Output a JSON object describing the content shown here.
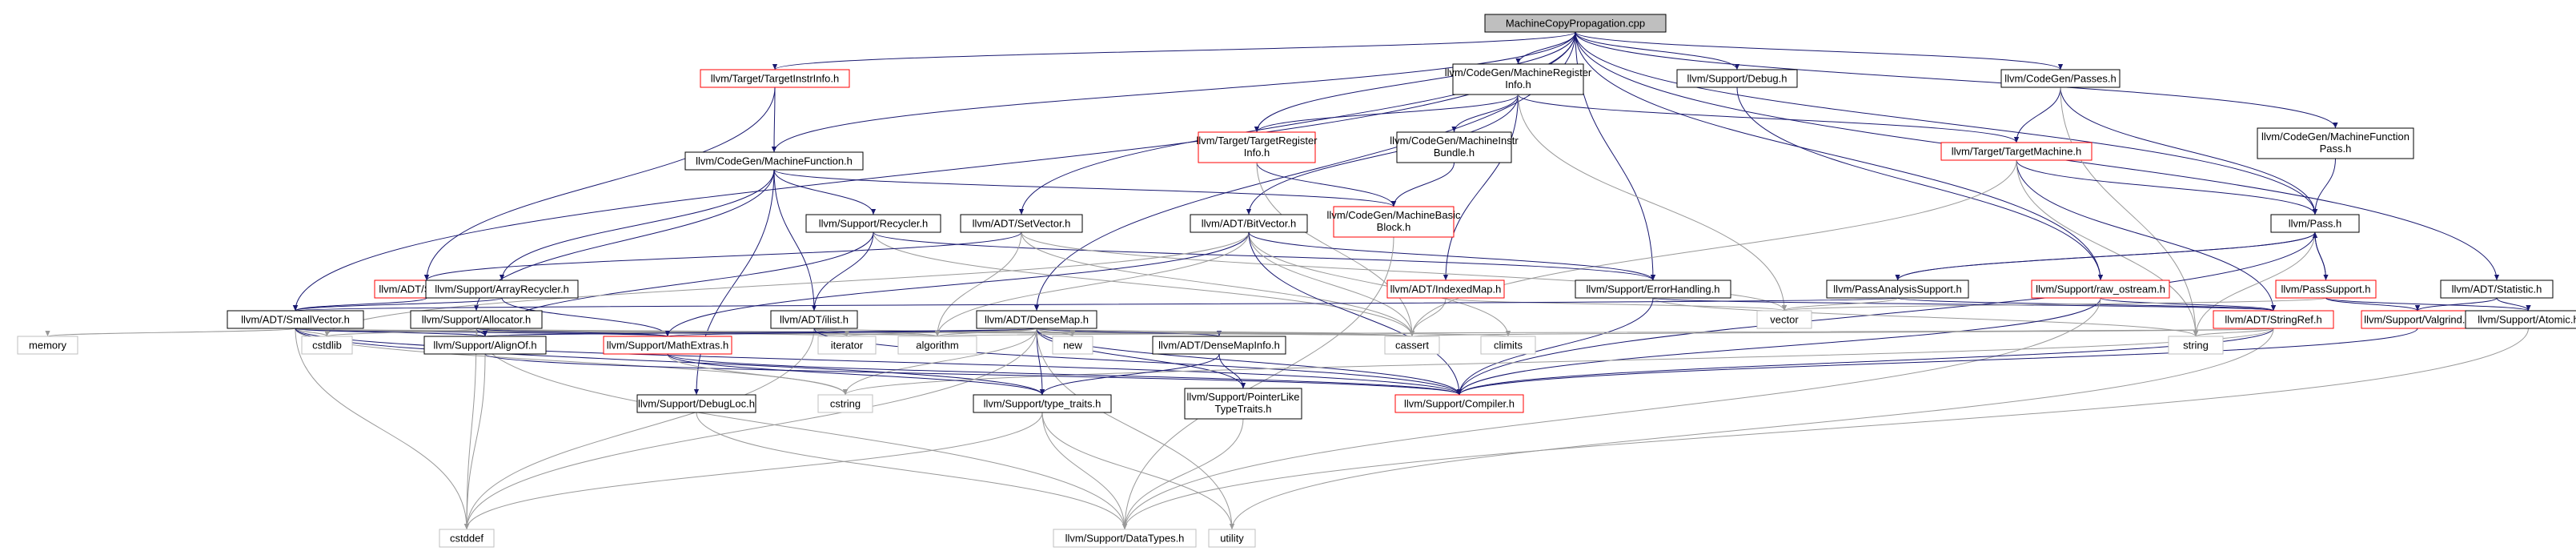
{
  "colors": {
    "edge": "#191970",
    "edge_light": "#999999",
    "black_border": "#000000",
    "red_border": "#ff0000",
    "grey_border": "#bfbfbf",
    "root_fill": "#bfbfbf"
  },
  "nodes": {
    "root": {
      "label": "MachineCopyPropagation.cpp",
      "style": "root"
    },
    "targetinstrinfo": {
      "label": "llvm/Target/TargetInstrInfo.h",
      "style": "red"
    },
    "mregisterinfo": {
      "label": "llvm/CodeGen/MachineRegister Info.h",
      "style": "black"
    },
    "debugh": {
      "label": "llvm/Support/Debug.h",
      "style": "black"
    },
    "passesh": {
      "label": "llvm/CodeGen/Passes.h",
      "style": "black"
    },
    "mfunctionpass": {
      "label": "llvm/CodeGen/MachineFunction Pass.h",
      "style": "black"
    },
    "mfunction": {
      "label": "llvm/CodeGen/MachineFunction.h",
      "style": "black"
    },
    "targetregisterinfo": {
      "label": "llvm/Target/TargetRegister Info.h",
      "style": "red"
    },
    "minstrbundle": {
      "label": "llvm/CodeGen/MachineInstr Bundle.h",
      "style": "black"
    },
    "targetmachine": {
      "label": "llvm/Target/TargetMachine.h",
      "style": "red"
    },
    "recycler": {
      "label": "llvm/Support/Recycler.h",
      "style": "black"
    },
    "setvector": {
      "label": "llvm/ADT/SetVector.h",
      "style": "black"
    },
    "bitvector": {
      "label": "llvm/ADT/BitVector.h",
      "style": "black"
    },
    "mbasicblock": {
      "label": "llvm/CodeGen/MachineBasic Block.h",
      "style": "red"
    },
    "passh": {
      "label": "llvm/Pass.h",
      "style": "black"
    },
    "smallset": {
      "label": "llvm/ADT/SmallSet.h",
      "style": "red"
    },
    "arrayrecycler": {
      "label": "llvm/Support/ArrayRecycler.h",
      "style": "black"
    },
    "indexedmap": {
      "label": "llvm/ADT/IndexedMap.h",
      "style": "red"
    },
    "errorhandling": {
      "label": "llvm/Support/ErrorHandling.h",
      "style": "black"
    },
    "passanalysissupport": {
      "label": "llvm/PassAnalysisSupport.h",
      "style": "black"
    },
    "rawostream": {
      "label": "llvm/Support/raw_ostream.h",
      "style": "red"
    },
    "passsupport": {
      "label": "llvm/PassSupport.h",
      "style": "red"
    },
    "statistic": {
      "label": "llvm/ADT/Statistic.h",
      "style": "black"
    },
    "smallvector": {
      "label": "llvm/ADT/SmallVector.h",
      "style": "black"
    },
    "allocator": {
      "label": "llvm/Support/Allocator.h",
      "style": "black"
    },
    "ilist": {
      "label": "llvm/ADT/ilist.h",
      "style": "black"
    },
    "densemap": {
      "label": "llvm/ADT/DenseMap.h",
      "style": "black"
    },
    "vector": {
      "label": "vector",
      "style": "grey"
    },
    "stringref": {
      "label": "llvm/ADT/StringRef.h",
      "style": "red"
    },
    "valgrind": {
      "label": "llvm/Support/Valgrind.h",
      "style": "red"
    },
    "atomic": {
      "label": "llvm/Support/Atomic.h",
      "style": "black"
    },
    "memory": {
      "label": "memory",
      "style": "grey"
    },
    "cstdlib": {
      "label": "cstdlib",
      "style": "grey"
    },
    "alignof": {
      "label": "llvm/Support/AlignOf.h",
      "style": "black"
    },
    "mathextras": {
      "label": "llvm/Support/MathExtras.h",
      "style": "red"
    },
    "iterator": {
      "label": "iterator",
      "style": "grey"
    },
    "algorithm": {
      "label": "algorithm",
      "style": "grey"
    },
    "newh": {
      "label": "new",
      "style": "grey"
    },
    "densemapinfo": {
      "label": "llvm/ADT/DenseMapInfo.h",
      "style": "black"
    },
    "cassert": {
      "label": "cassert",
      "style": "grey"
    },
    "climits": {
      "label": "climits",
      "style": "grey"
    },
    "stringh": {
      "label": "string",
      "style": "grey"
    },
    "cstring": {
      "label": "cstring",
      "style": "grey"
    },
    "typetraits": {
      "label": "llvm/Support/type_traits.h",
      "style": "black"
    },
    "pointerlike": {
      "label": "llvm/Support/PointerLike TypeTraits.h",
      "style": "black"
    },
    "compiler": {
      "label": "llvm/Support/Compiler.h",
      "style": "red"
    },
    "debugloc": {
      "label": "llvm/Support/DebugLoc.h",
      "style": "black"
    },
    "cstddef": {
      "label": "cstddef",
      "style": "grey"
    },
    "datatypes": {
      "label": "llvm/Support/DataTypes.h",
      "style": "grey"
    },
    "utility": {
      "label": "utility",
      "style": "grey"
    }
  },
  "edges": [
    [
      "root",
      "targetinstrinfo"
    ],
    [
      "root",
      "mregisterinfo"
    ],
    [
      "root",
      "debugh"
    ],
    [
      "root",
      "passesh"
    ],
    [
      "root",
      "mfunctionpass"
    ],
    [
      "root",
      "mfunction"
    ],
    [
      "root",
      "targetregisterinfo"
    ],
    [
      "root",
      "passh"
    ],
    [
      "root",
      "setvector"
    ],
    [
      "root",
      "smallvector"
    ],
    [
      "root",
      "densemap"
    ],
    [
      "root",
      "rawostream"
    ],
    [
      "root",
      "statistic"
    ],
    [
      "root",
      "errorhandling"
    ],
    [
      "targetinstrinfo",
      "mfunction"
    ],
    [
      "targetinstrinfo",
      "smallset"
    ],
    [
      "mregisterinfo",
      "targetregisterinfo"
    ],
    [
      "mregisterinfo",
      "minstrbundle"
    ],
    [
      "mregisterinfo",
      "targetmachine"
    ],
    [
      "mregisterinfo",
      "bitvector"
    ],
    [
      "mregisterinfo",
      "indexedmap"
    ],
    [
      "mregisterinfo",
      "vector"
    ],
    [
      "debugh",
      "rawostream"
    ],
    [
      "passesh",
      "targetmachine"
    ],
    [
      "passesh",
      "passh"
    ],
    [
      "passesh",
      "stringh"
    ],
    [
      "mfunctionpass",
      "passh"
    ],
    [
      "mfunction",
      "recycler"
    ],
    [
      "mfunction",
      "arrayrecycler"
    ],
    [
      "mfunction",
      "allocator"
    ],
    [
      "mfunction",
      "ilist"
    ],
    [
      "mfunction",
      "mbasicblock"
    ],
    [
      "mfunction",
      "debugloc"
    ],
    [
      "targetregisterinfo",
      "mbasicblock"
    ],
    [
      "targetregisterinfo",
      "cassert"
    ],
    [
      "minstrbundle",
      "mbasicblock"
    ],
    [
      "targetmachine",
      "passh"
    ],
    [
      "targetmachine",
      "stringref"
    ],
    [
      "targetmachine",
      "stringh"
    ],
    [
      "targetmachine",
      "cassert"
    ],
    [
      "recycler",
      "alignof"
    ],
    [
      "recycler",
      "ilist"
    ],
    [
      "recycler",
      "cassert"
    ],
    [
      "recycler",
      "errorhandling"
    ],
    [
      "setvector",
      "smallset"
    ],
    [
      "setvector",
      "algorithm"
    ],
    [
      "setvector",
      "cassert"
    ],
    [
      "setvector",
      "vector"
    ],
    [
      "bitvector",
      "errorhandling"
    ],
    [
      "bitvector",
      "mathextras"
    ],
    [
      "bitvector",
      "algorithm"
    ],
    [
      "bitvector",
      "cassert"
    ],
    [
      "bitvector",
      "climits"
    ],
    [
      "bitvector",
      "cstdlib"
    ],
    [
      "bitvector",
      "compiler"
    ],
    [
      "mbasicblock",
      "datatypes"
    ],
    [
      "passh",
      "passanalysissupport"
    ],
    [
      "passh",
      "passsupport"
    ],
    [
      "passh",
      "stringh"
    ],
    [
      "passh",
      "compiler"
    ],
    [
      "smallset",
      "smallvector"
    ],
    [
      "arrayrecycler",
      "smallvector"
    ],
    [
      "arrayrecycler",
      "mathextras"
    ],
    [
      "indexedmap",
      "cassert"
    ],
    [
      "indexedmap",
      "vector"
    ],
    [
      "errorhandling",
      "stringref"
    ],
    [
      "errorhandling",
      "compiler"
    ],
    [
      "errorhandling",
      "stringh"
    ],
    [
      "passanalysissupport",
      "passh"
    ],
    [
      "passanalysissupport",
      "stringref"
    ],
    [
      "passanalysissupport",
      "smallvector"
    ],
    [
      "passanalysissupport",
      "vector"
    ],
    [
      "rawostream",
      "stringref"
    ],
    [
      "rawostream",
      "compiler"
    ],
    [
      "rawostream",
      "datatypes"
    ],
    [
      "passsupport",
      "passh"
    ],
    [
      "passsupport",
      "valgrind"
    ],
    [
      "passsupport",
      "atomic"
    ],
    [
      "passsupport",
      "vector"
    ],
    [
      "statistic",
      "valgrind"
    ],
    [
      "statistic",
      "atomic"
    ],
    [
      "smallvector",
      "alignof"
    ],
    [
      "smallvector",
      "mathextras"
    ],
    [
      "smallvector",
      "algorithm"
    ],
    [
      "smallvector",
      "cassert"
    ],
    [
      "smallvector",
      "cstddef"
    ],
    [
      "smallvector",
      "cstdlib"
    ],
    [
      "smallvector",
      "cstring"
    ],
    [
      "smallvector",
      "iterator"
    ],
    [
      "smallvector",
      "memory"
    ],
    [
      "smallvector",
      "typetraits"
    ],
    [
      "smallvector",
      "compiler"
    ],
    [
      "allocator",
      "alignof"
    ],
    [
      "allocator",
      "mathextras"
    ],
    [
      "allocator",
      "cstddef"
    ],
    [
      "allocator",
      "cstdlib"
    ],
    [
      "allocator",
      "datatypes"
    ],
    [
      "allocator",
      "algorithm"
    ],
    [
      "allocator",
      "cassert"
    ],
    [
      "ilist",
      "algorithm"
    ],
    [
      "ilist",
      "cassert"
    ],
    [
      "ilist",
      "cstddef"
    ],
    [
      "ilist",
      "iterator"
    ],
    [
      "ilist",
      "compiler"
    ],
    [
      "densemap",
      "densemapinfo"
    ],
    [
      "densemap",
      "alignof"
    ],
    [
      "densemap",
      "compiler"
    ],
    [
      "densemap",
      "mathextras"
    ],
    [
      "densemap",
      "pointerlike"
    ],
    [
      "densemap",
      "typetraits"
    ],
    [
      "densemap",
      "algorithm"
    ],
    [
      "densemap",
      "cassert"
    ],
    [
      "densemap",
      "climits"
    ],
    [
      "densemap",
      "cstddef"
    ],
    [
      "densemap",
      "cstring"
    ],
    [
      "densemap",
      "iterator"
    ],
    [
      "densemap",
      "newh"
    ],
    [
      "densemap",
      "utility"
    ],
    [
      "stringref",
      "compiler"
    ],
    [
      "stringref",
      "algorithm"
    ],
    [
      "stringref",
      "cassert"
    ],
    [
      "stringref",
      "cstring"
    ],
    [
      "stringref",
      "stringh"
    ],
    [
      "stringref",
      "utility"
    ],
    [
      "valgrind",
      "compiler"
    ],
    [
      "atomic",
      "datatypes"
    ],
    [
      "alignof",
      "compiler"
    ],
    [
      "alignof",
      "cstddef"
    ],
    [
      "mathextras",
      "compiler"
    ],
    [
      "mathextras",
      "cstring"
    ],
    [
      "mathextras",
      "typetraits"
    ],
    [
      "densemapinfo",
      "pointerlike"
    ],
    [
      "densemapinfo",
      "typetraits"
    ],
    [
      "typetraits",
      "datatypes"
    ],
    [
      "typetraits",
      "cstddef"
    ],
    [
      "typetraits",
      "utility"
    ],
    [
      "pointerlike",
      "datatypes"
    ],
    [
      "debugloc",
      "datatypes"
    ]
  ]
}
